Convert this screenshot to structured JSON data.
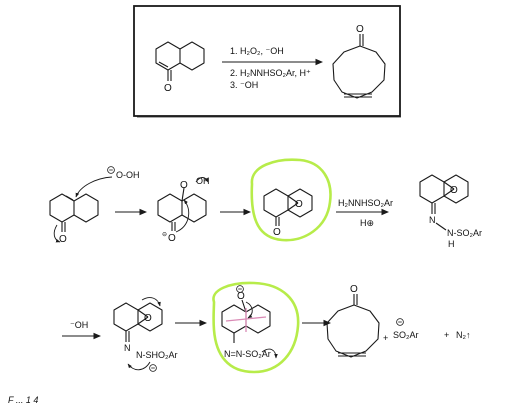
{
  "scheme": {
    "reagents": {
      "step1": "1. H₂O₂, ⁻OH",
      "step2": "2. H₂NNHSO₂Ar, H⁺",
      "step3": "3. ⁻OH"
    },
    "atoms": {
      "oxygen": "O"
    }
  },
  "mechanism": {
    "row1": {
      "peroxide": "O-OH",
      "hydroxyl": "OH",
      "hydrazine_reagent": "H₂NNHSO₂Ar",
      "acid": "H⊕",
      "sulfonyl_group": "N-SO₂Ar",
      "nh": "H"
    },
    "row2": {
      "base": "⁻OH",
      "hydrazone_anion": "N-SHO₂Ar",
      "diazene": "N=N-SO₂Ar",
      "plus1": "+",
      "sulfinate": "SO₂Ar",
      "plus2": "+",
      "nitrogen": "N₂↑"
    },
    "charges": {
      "minus": "⊖"
    },
    "footer_fragment": "F ... 1 4"
  },
  "colors": {
    "highlight": "#b7ec4a",
    "annotation": "#d98ab5"
  }
}
